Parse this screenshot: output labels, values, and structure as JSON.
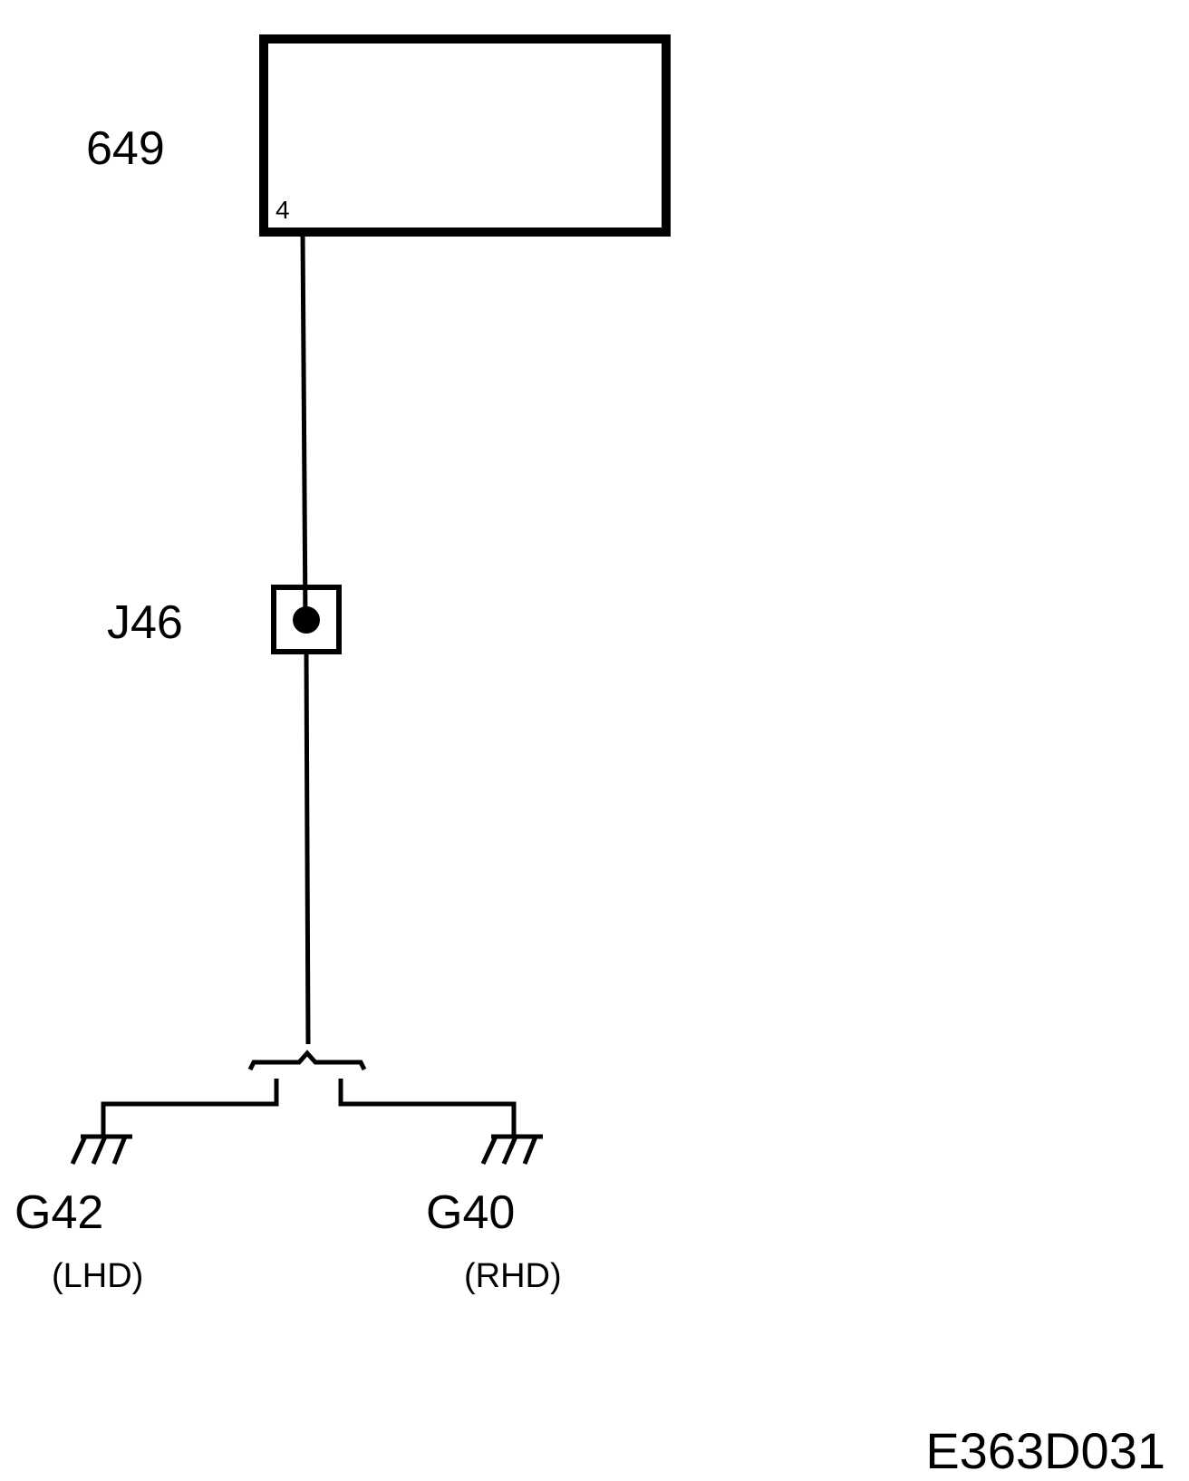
{
  "diagram": {
    "component": {
      "id": "649",
      "pin": "4"
    },
    "splice": {
      "id": "J46"
    },
    "grounds": [
      {
        "id": "G42",
        "variant": "(LHD)"
      },
      {
        "id": "G40",
        "variant": "(RHD)"
      }
    ],
    "reference": "E363D031",
    "colors": {
      "line": "#000000",
      "background": "#ffffff"
    }
  }
}
